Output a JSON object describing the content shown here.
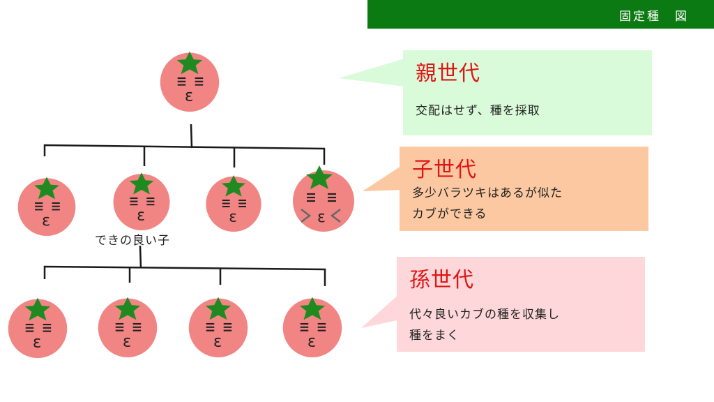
{
  "header": {
    "title": "固定種　図"
  },
  "tree": {
    "good_child_label": "できの良い子"
  },
  "callouts": [
    {
      "title": "親世代",
      "lines": [
        "交配はせず、種を採取"
      ]
    },
    {
      "title": "子世代",
      "lines": [
        "多少バラツキはあるが似た",
        "カブができる"
      ]
    },
    {
      "title": "孫世代",
      "lines": [
        "代々良いカブの種を収集し",
        "種をまく"
      ]
    }
  ],
  "colors": {
    "header_bg": "#0c7a12",
    "tomato": "#f18584",
    "leaf": "#1f8a1f",
    "parent_box": "#d9fbd9",
    "child_box": "#fbc8a2",
    "grandchild_box": "#fdd7d9",
    "title_red": "#e01515"
  },
  "icons": {
    "tomato": "tomato-icon",
    "leaf": "leaf-star-icon"
  }
}
